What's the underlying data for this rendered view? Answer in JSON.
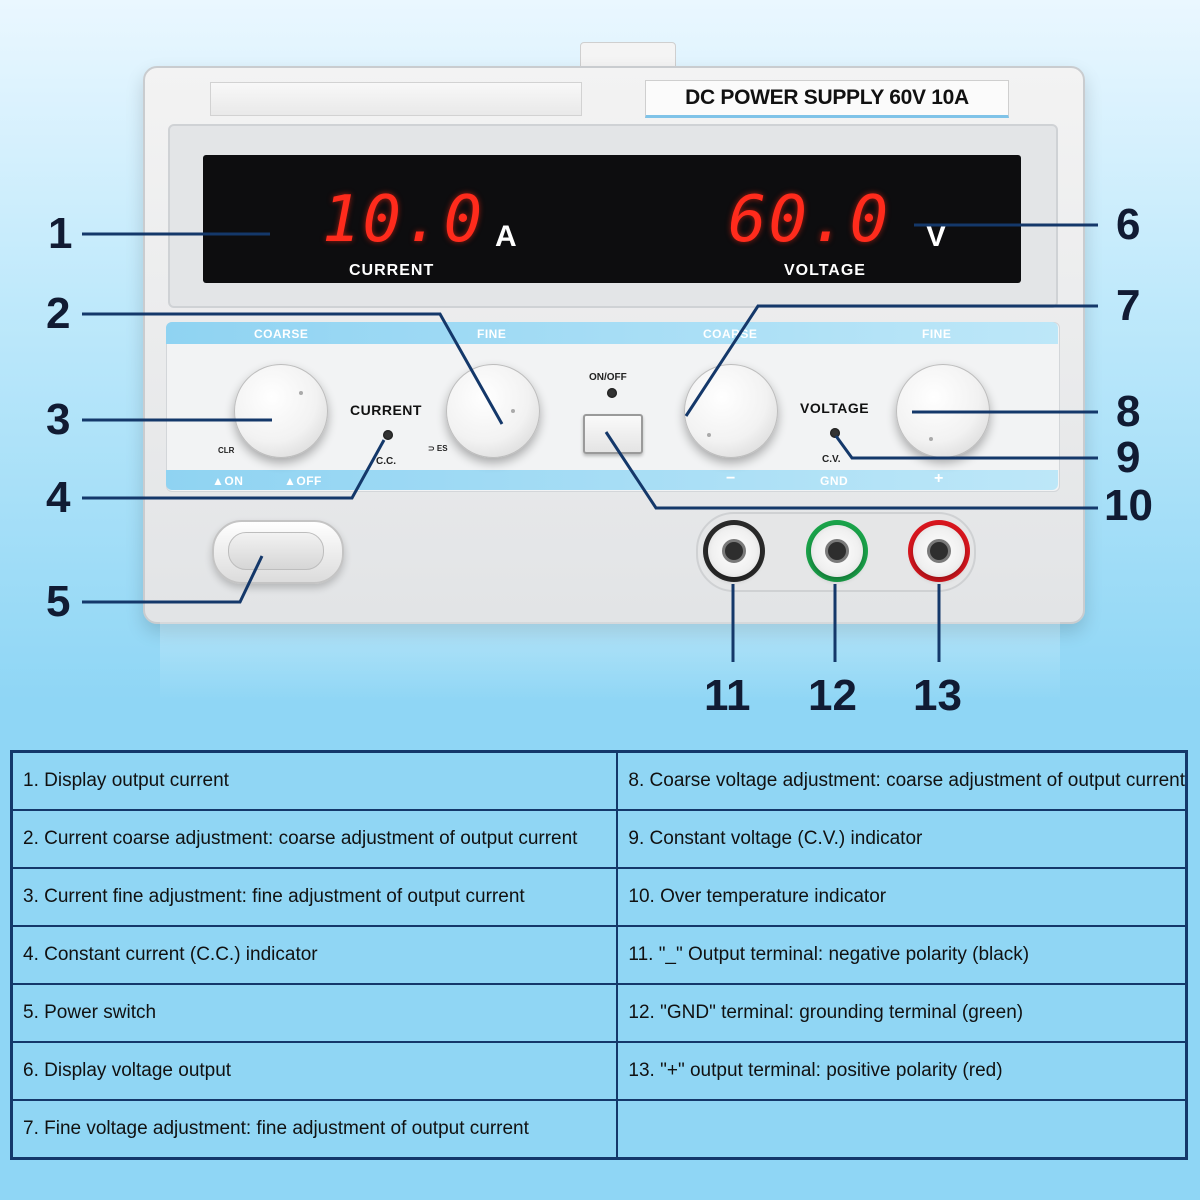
{
  "model_label": "DC POWER SUPPLY  60V 10A",
  "display": {
    "current_value": "10.0",
    "current_unit": "A",
    "current_caption": "CURRENT",
    "voltage_value": "60.0",
    "voltage_unit": "V",
    "voltage_caption": "VOLTAGE"
  },
  "panel": {
    "current_coarse_label": "COARSE",
    "current_fine_label": "FINE",
    "voltage_coarse_label": "COARSE",
    "voltage_fine_label": "FINE",
    "current_label": "CURRENT",
    "voltage_label": "VOLTAGE",
    "cc_label": "C.C.",
    "cv_label": "C.V.",
    "onoff_label": "ON/OFF",
    "clr_label": "CLR",
    "es_label": "⊃ ES",
    "on_label": "▲ON",
    "off_label": "▲OFF",
    "minus_label": "−",
    "gnd_label": "GND",
    "plus_label": "+"
  },
  "callout_numbers": [
    "1",
    "2",
    "3",
    "4",
    "5",
    "6",
    "7",
    "8",
    "9",
    "10",
    "11",
    "12",
    "13"
  ],
  "legend": {
    "left": [
      "1. Display output current",
      "2. Current coarse adjustment: coarse adjustment of output current",
      "3. Current fine adjustment: fine adjustment of output current",
      "4. Constant current (C.C.) indicator",
      "5. Power switch",
      "6. Display voltage output",
      "7. Fine voltage adjustment: fine adjustment of output current"
    ],
    "right": [
      "8. Coarse voltage adjustment: coarse adjustment of output current",
      "9. Constant voltage (C.V.) indicator",
      "10. Over temperature indicator",
      "11. \"_\" Output terminal: negative polarity (black)",
      "12. \"GND\" terminal: grounding terminal (green)",
      "13. \"+\" output terminal: positive polarity (red)",
      ""
    ]
  },
  "colors": {
    "background": "#8fd6f5",
    "line": "#14386a",
    "segment_red": "#ff2b1c",
    "terminal_black": "#2a2a2a",
    "terminal_green": "#1aa34a",
    "terminal_red": "#d8161e"
  }
}
